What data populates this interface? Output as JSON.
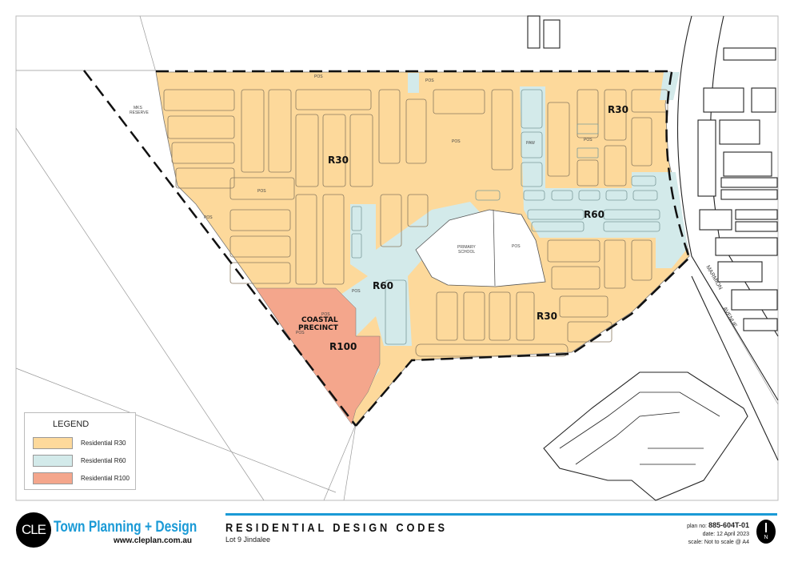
{
  "colors": {
    "r30": "#fdd99b",
    "r60": "#d3eaea",
    "r100": "#f4a68c",
    "brand": "#1a9ad6"
  },
  "map": {
    "zones": {
      "r30_a": "R30",
      "r30_b": "R30",
      "r30_c": "R30",
      "r60_a": "R60",
      "r60_b": "R60",
      "r100": "R100"
    },
    "precinct": {
      "line1": "COASTAL",
      "line2": "PRECINCT"
    },
    "reserve": {
      "line1": "MKS",
      "line2": "RESERVE"
    },
    "school": {
      "line1": "PRIMARY",
      "line2": "SCHOOL"
    },
    "pos": "POS",
    "paw": "PAW",
    "road": {
      "line1": "MARMION",
      "line2": "AVENUE"
    }
  },
  "legend": {
    "title": "LEGEND",
    "items": [
      {
        "label": "Residential R30",
        "color": "#fdd99b"
      },
      {
        "label": "Residential R60",
        "color": "#d3eaea"
      },
      {
        "label": "Residential R100",
        "color": "#f4a68c"
      }
    ]
  },
  "title_block": {
    "logo": "CLE",
    "brand": "Town Planning + Design",
    "website": "www.cleplan.com.au",
    "title": "RESIDENTIAL DESIGN CODES",
    "subtitle": "Lot 9 Jindalee",
    "plan_no_label": "plan no:",
    "plan_no": "885-604T-01",
    "date": "date: 12 April 2023",
    "scale": "scale: Not to scale @ A4",
    "north": "N"
  }
}
